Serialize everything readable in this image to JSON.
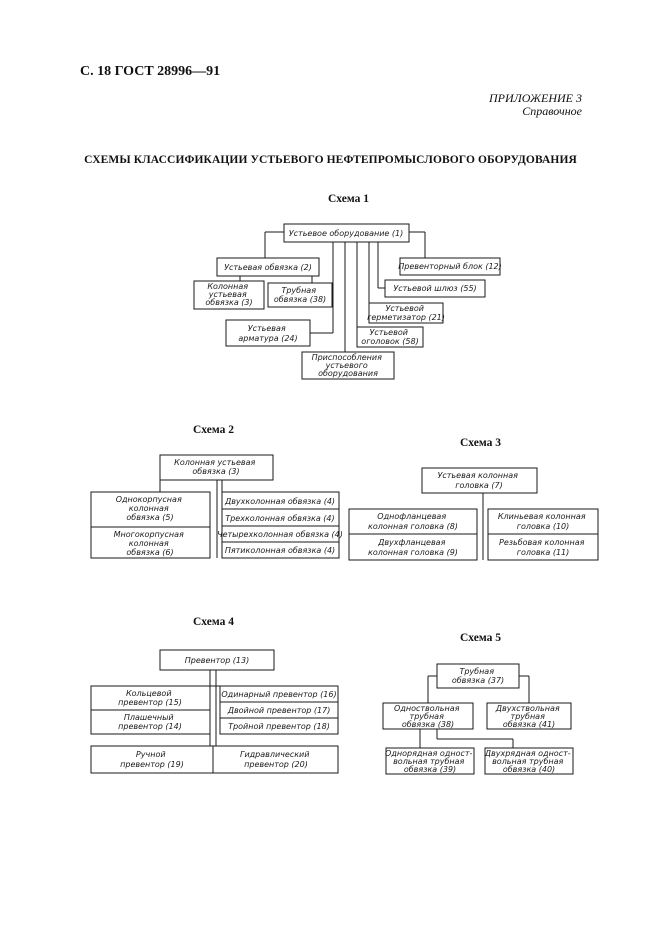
{
  "page": {
    "header": "С. 18 ГОСТ 28996—91",
    "appendix": "ПРИЛОЖЕНИЕ 3",
    "appendix_note": "Справочное",
    "title": "СХЕМЫ КЛАССИФИКАЦИИ УСТЬЕВОГО НЕФТЕПРОМЫСЛОВОГО ОБОРУДОВАНИЯ"
  },
  "schemes": {
    "s1": {
      "label": "Схема 1",
      "root": "Устьевое оборудование (1)",
      "wellhead_tie": "Устьевая обвязка (2)",
      "column_wellhead_tie": [
        "Колонная",
        "устьевая",
        "обвязка (3)"
      ],
      "tubing_tie": [
        "Трубная",
        "обвязка (38)"
      ],
      "wellhead_fittings": [
        "Устьевая",
        "арматура (24)"
      ],
      "wellhead_devices": [
        "Приспособления",
        "устьевого",
        "оборудования"
      ],
      "wellhead_head": [
        "Устьевой",
        "оголовок (58)"
      ],
      "wellhead_sealer": [
        "Устьевой",
        "герметизатор (21)"
      ],
      "wellhead_lock": "Устьевой шлюз (55)",
      "preventer_block": "Превенторный блок (12)"
    },
    "s2": {
      "label": "Схема 2",
      "root": [
        "Колонная устьевая",
        "обвязка (3)"
      ],
      "left": [
        [
          "Однокорпусная",
          "колонная",
          "обвязка  (5)"
        ],
        [
          "Многокорпусная",
          "колонная",
          "обвязка (6)"
        ]
      ],
      "right": [
        "Двухколонная обвязка (4)",
        "Трехколонная обвязка (4)",
        "Четырехколонная обвязка (4)",
        "Пятиколонная обвязка (4)"
      ]
    },
    "s3": {
      "label": "Схема 3",
      "root": [
        "Устьевая колонная",
        "головка (7)"
      ],
      "left": [
        [
          "Однофланцевая",
          "колонная головка (8)"
        ],
        [
          "Двухфланцевая",
          "колонная головка (9)"
        ]
      ],
      "right": [
        [
          "Клиньевая колонная",
          "головка (10)"
        ],
        [
          "Резьбовая колонная",
          "головка (11)"
        ]
      ]
    },
    "s4": {
      "label": "Схема 4",
      "root": "Превентор (13)",
      "left": [
        [
          "Кольцевой",
          "превентор (15)"
        ],
        [
          "Плашечный",
          "превентор (14)"
        ]
      ],
      "right": [
        "Одинарный превентор (16)",
        "Двойной превентор (17)",
        "Тройной превентор (18)"
      ],
      "bottom": [
        [
          "Ручной",
          "превентор (19)"
        ],
        [
          "Гидравлический",
          "превентор (20)"
        ]
      ]
    },
    "s5": {
      "label": "Схема 5",
      "root": [
        "Трубная",
        "обвязка (37)"
      ],
      "mid": [
        [
          "Одноствольная",
          "трубная",
          "обвязка (38)"
        ],
        [
          "Двухствольная",
          "трубная",
          "обвязка (41)"
        ]
      ],
      "bottom": [
        [
          "Однорядная одност-",
          "вольная трубная",
          "обвязка (39)"
        ],
        [
          "Двухрядная одност-",
          "вольная трубная",
          "обвязка (40)"
        ]
      ]
    }
  }
}
